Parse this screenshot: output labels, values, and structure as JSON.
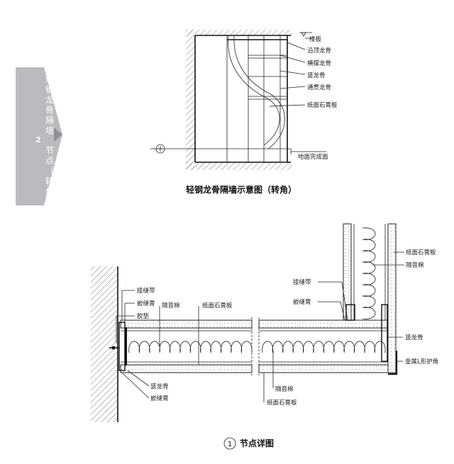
{
  "side_tab": {
    "number": "2",
    "text": [
      "轻",
      "钢",
      "龙",
      "骨",
      "隔",
      "墙",
      "节",
      "点",
      "（",
      "转",
      "角",
      "）"
    ]
  },
  "top_diagram": {
    "caption": "轻钢龙骨隔墙示意图（转角）",
    "labels": {
      "floor_slab": "楼板",
      "top_track": "沿顶龙骨",
      "cross_brace": "横撑龙骨",
      "vertical_stud": "竖龙骨",
      "through_stud": "通贯龙骨",
      "gypsum_board": "纸面石膏板",
      "finished_floor": "地面完成面"
    }
  },
  "bottom_diagram": {
    "caption_number": "1",
    "caption": "节点详图",
    "left_labels": {
      "joint_tape": "接缝带",
      "sealant": "嵌缝膏",
      "rubber_pad": "胶垫",
      "insulation": "隔音棉",
      "gypsum_board": "纸面石膏板",
      "vertical_stud": "竖龙骨",
      "sealant2": "嵌缝膏"
    },
    "corner_labels": {
      "joint_tape": "接缝带",
      "sealant": "嵌缝膏",
      "gypsum_board": "纸面石膏板",
      "insulation": "隔音棉",
      "vertical_stud": "竖龙骨",
      "corner_guard": "金属L形护角"
    },
    "bottom_labels": {
      "insulation": "隔音棉",
      "gypsum_board": "纸面石膏板"
    }
  }
}
